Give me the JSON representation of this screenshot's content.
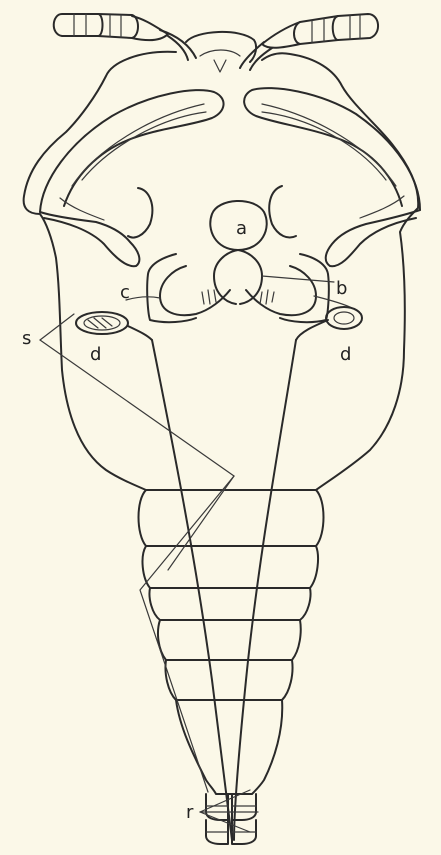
{
  "figure": {
    "labels": {
      "a": "a",
      "b": "b",
      "c": "c",
      "d_left": "d",
      "d_right": "d",
      "s": "s",
      "r": "r"
    }
  }
}
